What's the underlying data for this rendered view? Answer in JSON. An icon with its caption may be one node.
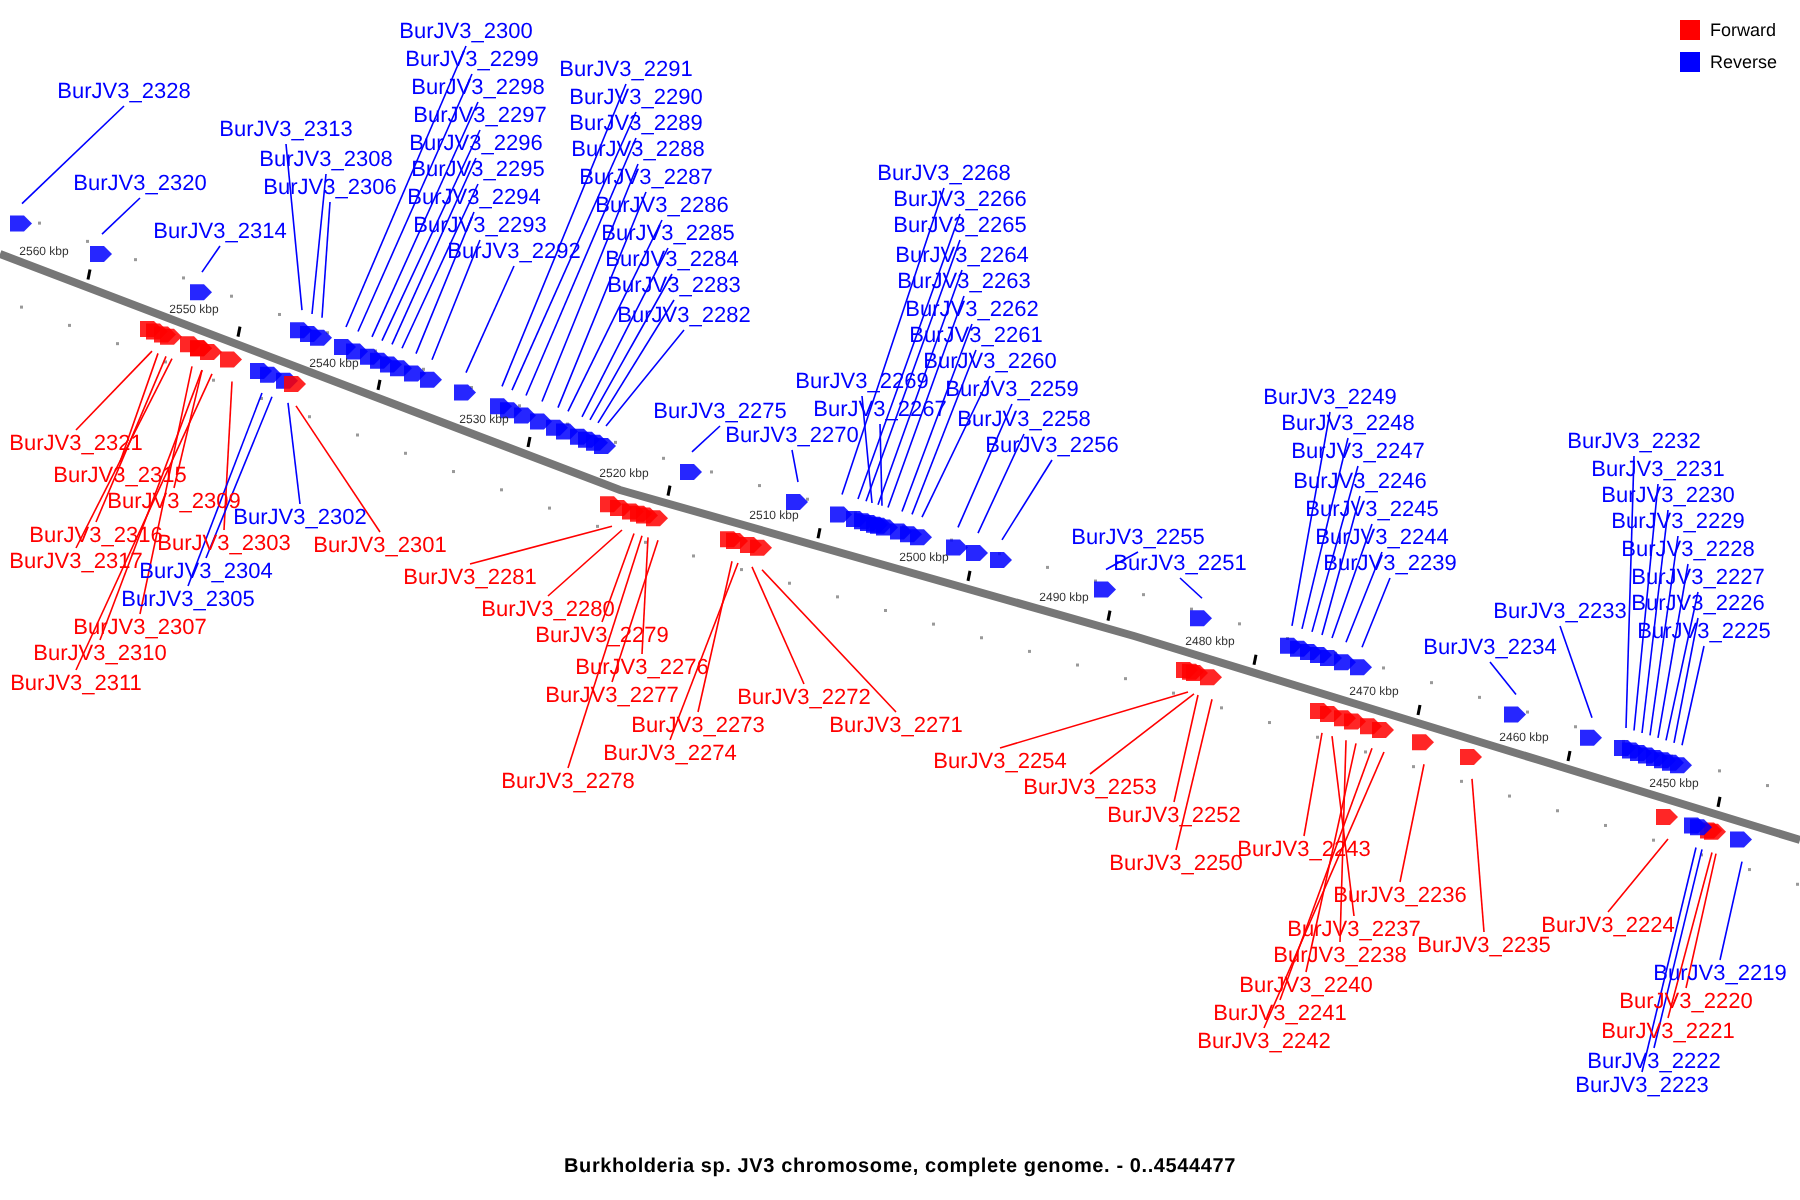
{
  "diagram": {
    "caption": "Burkholderia sp. JV3 chromosome, complete genome. - 0..4544477",
    "nodes": [
      {
        "text": [
          "BurJV3_2328"
        ]
      },
      {
        "text": [
          "BurJV3_2320"
        ]
      },
      {
        "text": [
          "BurJV3_2313"
        ]
      },
      {
        "text": [
          "BurJV3_2308"
        ]
      },
      {
        "text": [
          "BurJV3_2306"
        ]
      },
      {
        "text": [
          "BurJV3_2314"
        ]
      },
      {
        "text": [
          "BurJV3_2300"
        ]
      },
      {
        "text": [
          "BurJV3_2299"
        ]
      },
      {
        "text": [
          "BurJV3_2298"
        ]
      },
      {
        "text": [
          "BurJV3_2297"
        ]
      },
      {
        "text": [
          "BurJV3_2296"
        ]
      },
      {
        "text": [
          "BurJV3_2295"
        ]
      },
      {
        "text": [
          "BurJV3_2294"
        ]
      },
      {
        "text": [
          "BurJV3_2293"
        ]
      },
      {
        "text": [
          "BurJV3_2292"
        ]
      },
      {
        "text": [
          "BurJV3_2291"
        ]
      },
      {
        "text": [
          "BurJV3_2290"
        ]
      },
      {
        "text": [
          "BurJV3_2289"
        ]
      },
      {
        "text": [
          "BurJV3_2288"
        ]
      },
      {
        "text": [
          "BurJV3_2287"
        ]
      },
      {
        "text": [
          "BurJV3_2286"
        ]
      },
      {
        "text": [
          "BurJV3_2285"
        ]
      },
      {
        "text": [
          "BurJV3_2284"
        ]
      },
      {
        "text": [
          "BurJV3_2283"
        ]
      },
      {
        "text": [
          "BurJV3_2282"
        ]
      },
      {
        "text": [
          "BurJV3_2268"
        ]
      },
      {
        "text": [
          "BurJV3_2266"
        ]
      },
      {
        "text": [
          "BurJV3_2265"
        ]
      },
      {
        "text": [
          "BurJV3_2264"
        ]
      },
      {
        "text": [
          "BurJV3_2263"
        ]
      },
      {
        "text": [
          "BurJV3_2262"
        ]
      },
      {
        "text": [
          "BurJV3_2261"
        ]
      },
      {
        "text": [
          "BurJV3_2260"
        ]
      },
      {
        "text": [
          "BurJV3_2269"
        ]
      },
      {
        "text": [
          "BurJV3_2259"
        ]
      },
      {
        "text": [
          "BurJV3_2275"
        ]
      },
      {
        "text": [
          "BurJV3_2267"
        ]
      },
      {
        "text": [
          "BurJV3_2258"
        ]
      },
      {
        "text": [
          "BurJV3_2270"
        ]
      },
      {
        "text": [
          "BurJV3_2256"
        ]
      },
      {
        "text": [
          "BurJV3_2255"
        ]
      },
      {
        "text": [
          "BurJV3_2251"
        ]
      },
      {
        "text": [
          "BurJV3_2249"
        ]
      },
      {
        "text": [
          "BurJV3_2248"
        ]
      },
      {
        "text": [
          "BurJV3_2247"
        ]
      },
      {
        "text": [
          "BurJV3_2246"
        ]
      },
      {
        "text": [
          "BurJV3_2245"
        ]
      },
      {
        "text": [
          "BurJV3_2244"
        ]
      },
      {
        "text": [
          "BurJV3_2239"
        ]
      },
      {
        "text": [
          "BurJV3_2232"
        ]
      },
      {
        "text": [
          "BurJV3_2231"
        ]
      },
      {
        "text": [
          "BurJV3_2230"
        ]
      },
      {
        "text": [
          "BurJV3_2229"
        ]
      },
      {
        "text": [
          "BurJV3_2228"
        ]
      },
      {
        "text": [
          "BurJV3_2227"
        ]
      },
      {
        "text": [
          "BurJV3_2226"
        ]
      },
      {
        "text": [
          "BurJV3_2233"
        ]
      },
      {
        "text": [
          "BurJV3_2225"
        ]
      },
      {
        "text": [
          "BurJV3_2234"
        ]
      },
      {
        "text": [
          "BurJV3_2321"
        ]
      },
      {
        "text": [
          "BurJV3_2315"
        ]
      },
      {
        "text": [
          "BurJV3_2309"
        ]
      },
      {
        "text": [
          "BurJV3_2302"
        ]
      },
      {
        "text": [
          "BurJV3_2316"
        ]
      },
      {
        "text": [
          "BurJV3_2303"
        ]
      },
      {
        "text": [
          "BurJV3_2301"
        ]
      },
      {
        "text": [
          "BurJV3_2317"
        ]
      },
      {
        "text": [
          "BurJV3_2304"
        ]
      },
      {
        "text": [
          "BurJV3_2305"
        ]
      },
      {
        "text": [
          "BurJV3_2307"
        ]
      },
      {
        "text": [
          "BurJV3_2310"
        ]
      },
      {
        "text": [
          "BurJV3_2311"
        ]
      },
      {
        "text": [
          "BurJV3_2281"
        ]
      },
      {
        "text": [
          "BurJV3_2280"
        ]
      },
      {
        "text": [
          "BurJV3_2279"
        ]
      },
      {
        "text": [
          "BurJV3_2276"
        ]
      },
      {
        "text": [
          "BurJV3_2277"
        ]
      },
      {
        "text": [
          "BurJV3_2272"
        ]
      },
      {
        "text": [
          "BurJV3_2273"
        ]
      },
      {
        "text": [
          "BurJV3_2271"
        ]
      },
      {
        "text": [
          "BurJV3_2274"
        ]
      },
      {
        "text": [
          "BurJV3_2278"
        ]
      },
      {
        "text": [
          "BurJV3_2254"
        ]
      },
      {
        "text": [
          "BurJV3_2253"
        ]
      },
      {
        "text": [
          "BurJV3_2252"
        ]
      },
      {
        "text": [
          "BurJV3_2243"
        ]
      },
      {
        "text": [
          "BurJV3_2250"
        ]
      },
      {
        "text": [
          "BurJV3_2236"
        ]
      },
      {
        "text": [
          "BurJV3_2237"
        ]
      },
      {
        "text": [
          "BurJV3_2235"
        ]
      },
      {
        "text": [
          "BurJV3_2224"
        ]
      },
      {
        "text": [
          "BurJV3_2238"
        ]
      },
      {
        "text": [
          "BurJV3_2219"
        ]
      },
      {
        "text": [
          "BurJV3_2240"
        ]
      },
      {
        "text": [
          "BurJV3_2220"
        ]
      },
      {
        "text": [
          "BurJV3_2241"
        ]
      },
      {
        "text": [
          "BurJV3_2221"
        ]
      },
      {
        "text": [
          "BurJV3_2242"
        ]
      },
      {
        "text": [
          "BurJV3_2222"
        ]
      },
      {
        "text": [
          "BurJV3_2223"
        ]
      }
    ],
    "edges": [
      {
        "from": 0,
        "to": null,
        "arrow": "none"
      },
      {
        "from": 1,
        "to": null,
        "arrow": "none"
      },
      {
        "from": 2,
        "to": null,
        "arrow": "none"
      },
      {
        "from": 3,
        "to": null,
        "arrow": "none"
      },
      {
        "from": 4,
        "to": null,
        "arrow": "none"
      },
      {
        "from": 5,
        "to": null,
        "arrow": "none"
      },
      {
        "from": 6,
        "to": null,
        "arrow": "none"
      },
      {
        "from": 7,
        "to": null,
        "arrow": "none"
      },
      {
        "from": 8,
        "to": null,
        "arrow": "none"
      },
      {
        "from": 9,
        "to": null,
        "arrow": "none"
      },
      {
        "from": 10,
        "to": null,
        "arrow": "none"
      },
      {
        "from": 11,
        "to": null,
        "arrow": "none"
      },
      {
        "from": 12,
        "to": null,
        "arrow": "none"
      },
      {
        "from": 13,
        "to": null,
        "arrow": "none"
      },
      {
        "from": 14,
        "to": null,
        "arrow": "none"
      },
      {
        "from": 15,
        "to": null,
        "arrow": "none"
      },
      {
        "from": 16,
        "to": null,
        "arrow": "none"
      },
      {
        "from": 17,
        "to": null,
        "arrow": "none"
      },
      {
        "from": 18,
        "to": null,
        "arrow": "none"
      },
      {
        "from": 19,
        "to": null,
        "arrow": "none"
      },
      {
        "from": 20,
        "to": null,
        "arrow": "none"
      },
      {
        "from": 21,
        "to": null,
        "arrow": "none"
      },
      {
        "from": 22,
        "to": null,
        "arrow": "none"
      },
      {
        "from": 23,
        "to": null,
        "arrow": "none"
      },
      {
        "from": 24,
        "to": null,
        "arrow": "none"
      },
      {
        "from": 25,
        "to": null,
        "arrow": "none"
      },
      {
        "from": 26,
        "to": null,
        "arrow": "none"
      },
      {
        "from": 27,
        "to": null,
        "arrow": "none"
      },
      {
        "from": 28,
        "to": null,
        "arrow": "none"
      },
      {
        "from": 29,
        "to": null,
        "arrow": "none"
      },
      {
        "from": 30,
        "to": null,
        "arrow": "none"
      },
      {
        "from": 31,
        "to": null,
        "arrow": "none"
      },
      {
        "from": 32,
        "to": null,
        "arrow": "none"
      },
      {
        "from": 33,
        "to": null,
        "arrow": "none"
      },
      {
        "from": 34,
        "to": null,
        "arrow": "none"
      },
      {
        "from": 35,
        "to": null,
        "arrow": "none"
      },
      {
        "from": 36,
        "to": null,
        "arrow": "none"
      },
      {
        "from": 37,
        "to": null,
        "arrow": "none"
      },
      {
        "from": 38,
        "to": null,
        "arrow": "none"
      },
      {
        "from": 39,
        "to": null,
        "arrow": "none"
      },
      {
        "from": 40,
        "to": null,
        "arrow": "none"
      },
      {
        "from": 41,
        "to": null,
        "arrow": "none"
      },
      {
        "from": 42,
        "to": null,
        "arrow": "none"
      },
      {
        "from": 43,
        "to": null,
        "arrow": "none"
      },
      {
        "from": 44,
        "to": null,
        "arrow": "none"
      },
      {
        "from": 45,
        "to": null,
        "arrow": "none"
      },
      {
        "from": 46,
        "to": null,
        "arrow": "none"
      },
      {
        "from": 47,
        "to": null,
        "arrow": "none"
      },
      {
        "from": 48,
        "to": null,
        "arrow": "none"
      },
      {
        "from": 49,
        "to": null,
        "arrow": "none"
      },
      {
        "from": 50,
        "to": null,
        "arrow": "none"
      },
      {
        "from": 51,
        "to": null,
        "arrow": "none"
      },
      {
        "from": 52,
        "to": null,
        "arrow": "none"
      },
      {
        "from": 53,
        "to": null,
        "arrow": "none"
      },
      {
        "from": 54,
        "to": null,
        "arrow": "none"
      },
      {
        "from": 55,
        "to": null,
        "arrow": "none"
      },
      {
        "from": 56,
        "to": null,
        "arrow": "none"
      },
      {
        "from": 57,
        "to": null,
        "arrow": "none"
      },
      {
        "from": 58,
        "to": null,
        "arrow": "none"
      },
      {
        "from": 59,
        "to": null,
        "arrow": "none",
        "color": "#ff0000"
      },
      {
        "from": 60,
        "to": null,
        "arrow": "none",
        "color": "#ff0000"
      },
      {
        "from": 61,
        "to": null,
        "arrow": "none",
        "color": "#ff0000"
      },
      {
        "from": 62,
        "to": null,
        "arrow": "none"
      },
      {
        "from": 63,
        "to": null,
        "arrow": "none",
        "color": "#ff0000"
      },
      {
        "from": 64,
        "to": null,
        "arrow": "none",
        "color": "#ff0000"
      },
      {
        "from": 65,
        "to": null,
        "arrow": "none",
        "color": "#ff0000"
      },
      {
        "from": 66,
        "to": null,
        "arrow": "none",
        "color": "#ff0000"
      },
      {
        "from": 67,
        "to": null,
        "arrow": "none"
      },
      {
        "from": 68,
        "to": null,
        "arrow": "none"
      },
      {
        "from": 69,
        "to": null,
        "arrow": "none",
        "color": "#ff0000"
      },
      {
        "from": 70,
        "to": null,
        "arrow": "none",
        "color": "#ff0000"
      },
      {
        "from": 71,
        "to": null,
        "arrow": "none",
        "color": "#ff0000"
      },
      {
        "from": 72,
        "to": null,
        "arrow": "none",
        "color": "#ff0000"
      },
      {
        "from": 73,
        "to": null,
        "arrow": "none",
        "color": "#ff0000"
      },
      {
        "from": 74,
        "to": null,
        "arrow": "none",
        "color": "#ff0000"
      },
      {
        "from": 75,
        "to": null,
        "arrow": "none",
        "color": "#ff0000"
      },
      {
        "from": 76,
        "to": null,
        "arrow": "none",
        "color": "#ff0000"
      },
      {
        "from": 77,
        "to": null,
        "arrow": "none",
        "color": "#ff0000"
      },
      {
        "from": 78,
        "to": null,
        "arrow": "none",
        "color": "#ff0000"
      },
      {
        "from": 79,
        "to": null,
        "arrow": "none",
        "color": "#ff0000"
      },
      {
        "from": 80,
        "to": null,
        "arrow": "none",
        "color": "#ff0000"
      },
      {
        "from": 81,
        "to": null,
        "arrow": "none",
        "color": "#ff0000"
      },
      {
        "from": 82,
        "to": null,
        "arrow": "none",
        "color": "#ff0000"
      },
      {
        "from": 83,
        "to": null,
        "arrow": "none",
        "color": "#ff0000"
      },
      {
        "from": 84,
        "to": null,
        "arrow": "none",
        "color": "#ff0000"
      },
      {
        "from": 85,
        "to": null,
        "arrow": "none",
        "color": "#ff0000"
      },
      {
        "from": 86,
        "to": null,
        "arrow": "none",
        "color": "#ff0000"
      },
      {
        "from": 87,
        "to": null,
        "arrow": "none",
        "color": "#ff0000"
      },
      {
        "from": 88,
        "to": null,
        "arrow": "none",
        "color": "#ff0000"
      },
      {
        "from": 89,
        "to": null,
        "arrow": "none",
        "color": "#ff0000"
      },
      {
        "from": 90,
        "to": null,
        "arrow": "none",
        "color": "#ff0000"
      },
      {
        "from": 91,
        "to": null,
        "arrow": "none",
        "color": "#ff0000"
      },
      {
        "from": 92,
        "to": null,
        "arrow": "none"
      },
      {
        "from": 93,
        "to": null,
        "arrow": "none",
        "color": "#ff0000"
      },
      {
        "from": 94,
        "to": null,
        "arrow": "none",
        "color": "#ff0000"
      },
      {
        "from": 95,
        "to": null,
        "arrow": "none",
        "color": "#ff0000"
      },
      {
        "from": 96,
        "to": null,
        "arrow": "none",
        "color": "#ff0000"
      },
      {
        "from": 97,
        "to": null,
        "arrow": "none",
        "color": "#ff0000"
      },
      {
        "from": 98,
        "to": null,
        "arrow": "none"
      },
      {
        "from": 99,
        "to": null,
        "arrow": "none"
      }
    ],
    "labels": [
      "2560 kbp",
      "2550 kbp",
      "2540 kbp",
      "2530 kbp",
      "2520 kbp",
      "2510 kbp",
      "2500 kbp",
      "2490 kbp",
      "2480 kbp",
      "2470 kbp",
      "2460 kbp",
      "2450 kbp"
    ],
    "legend": [
      {
        "text": "Forward",
        "color": "#ff0000"
      },
      {
        "text": "Reverse",
        "color": "#0000ff"
      }
    ]
  }
}
